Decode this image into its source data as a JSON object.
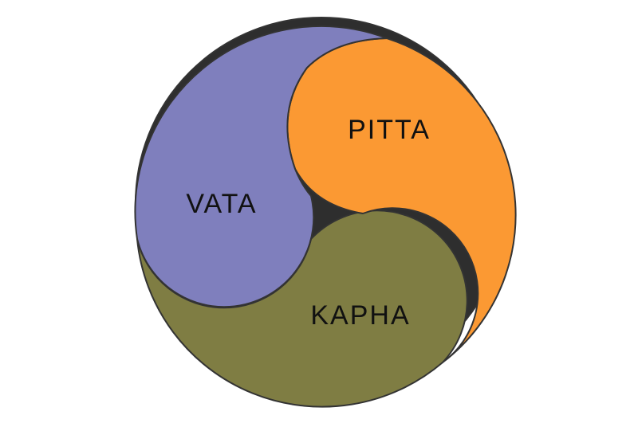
{
  "diagram": {
    "type": "three-part swirl (tridosha)",
    "segments": [
      {
        "label": "VATA",
        "color": "#7f7fbd"
      },
      {
        "label": "PITTA",
        "color": "#fb9933"
      },
      {
        "label": "KAPHA",
        "color": "#7f7d43"
      }
    ],
    "outline_color": "#333333",
    "center_color": "#2e2e2e"
  }
}
